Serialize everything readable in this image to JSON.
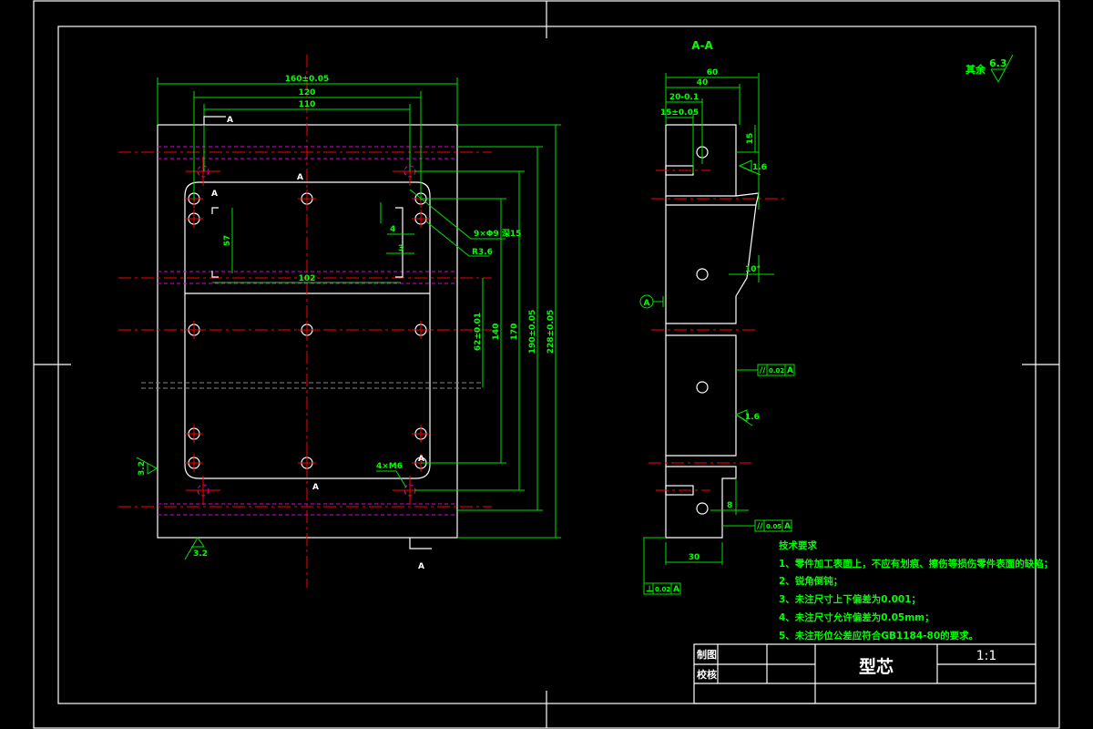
{
  "colors": {
    "background": "#000000",
    "outline": "#ffffff",
    "dimension": "#00e000",
    "centerline": "#ff0000",
    "hidden": "#e000e0",
    "hatch": "#77ffff"
  },
  "plan_view": {
    "dims": {
      "width_overall": "160±0.05",
      "width_holes": "120",
      "width_inner": "110",
      "height_overall": "228±0.05",
      "height_190": "190±0.05",
      "height_170": "170",
      "height_140": "140",
      "height_62": "62±0.01",
      "pocket_width": "102",
      "pocket_depth": "57",
      "slot_a": "4",
      "slot_b": "3",
      "hole_spec": "9×Φ9 深15",
      "radius": "R3.6",
      "tap_spec": "4×M6",
      "roughness_left": "3.2",
      "roughness_bottom": "3.2"
    },
    "section_marks": [
      "A",
      "A",
      "A",
      "A",
      "A",
      "A"
    ]
  },
  "section_view": {
    "title": "A-A",
    "dims": {
      "d60": "60",
      "d40": "40",
      "d20": "20-0.1",
      "d15": "15±0.05",
      "v15": "15",
      "d30": "30",
      "d8": "8",
      "angle": "10°",
      "roughness_top": "1.6",
      "roughness_mid": "1.6"
    },
    "datum": "A",
    "tolerances": [
      {
        "symbol": "//",
        "value": "0.02",
        "datum": "A"
      },
      {
        "symbol": "//",
        "value": "0.05",
        "datum": "A"
      },
      {
        "symbol": "⊥",
        "value": "0.02",
        "datum": "A"
      }
    ]
  },
  "surface_note": {
    "label": "其余",
    "value": "6.3"
  },
  "tech_requirements": {
    "title": "技术要求",
    "items": [
      "1、零件加工表面上，不应有划痕、擦伤等损伤零件表面的缺陷；",
      "2、锐角倒钝；",
      "3、未注尺寸上下偏差为0.001；",
      "4、未注尺寸允许偏差为0.05mm；",
      "5、未注形位公差应符合GB1184-80的要求。"
    ]
  },
  "title_block": {
    "drawn_label": "制图",
    "checked_label": "校核",
    "part_name": "型芯",
    "scale": "1:1"
  }
}
